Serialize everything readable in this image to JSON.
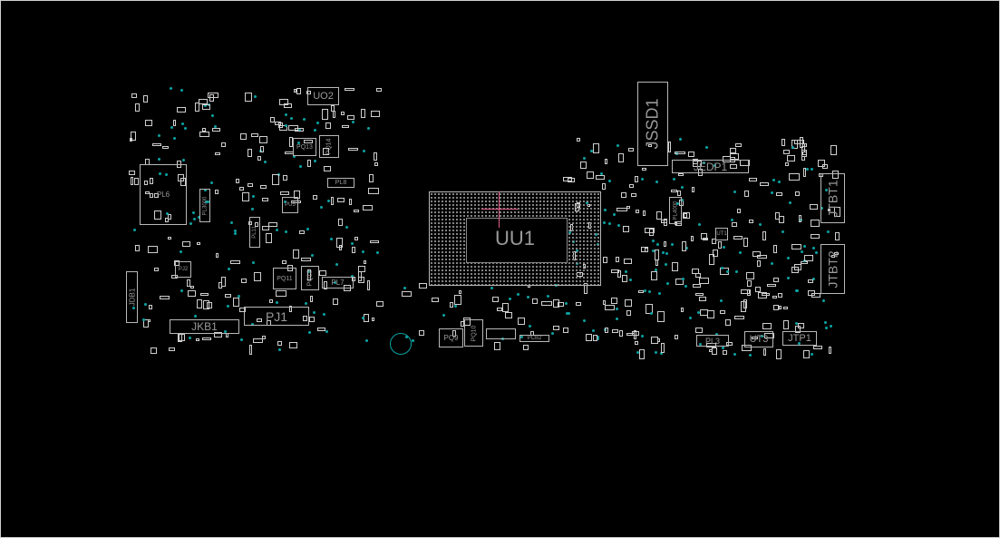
{
  "title": "PCB boardview",
  "accent_colors": {
    "outline": "#b8b8b8",
    "via": "#0aa3a3",
    "cursor": "#e0608a"
  },
  "components": {
    "uu1": "UU1",
    "jssd1": "JSSD1",
    "jedp1": "JEDP1",
    "jtbt1": "JTBT1",
    "jtbt2": "JTBT2",
    "ut3": "UT3",
    "jtp1": "JTP1",
    "pl3": "PL3",
    "jkb1": "JKB1",
    "pj1": "PJ1",
    "jdb1": "JDB1",
    "uo2": "UO2",
    "pq13": "PQ13",
    "pq14": "PQ14",
    "pu5": "PU5",
    "pj2": "PJ2",
    "pq11": "PQ11",
    "pq12": "PQ12",
    "pl7": "PL7",
    "pl11": "PL11",
    "pl3000": "PL3000",
    "pl6": "PL6",
    "pq9": "PQ9",
    "pq10": "PQ10",
    "pl8": "PL8",
    "pcb2": "PCB2",
    "pl4000": "PL4000",
    "ut1": "UT1"
  }
}
